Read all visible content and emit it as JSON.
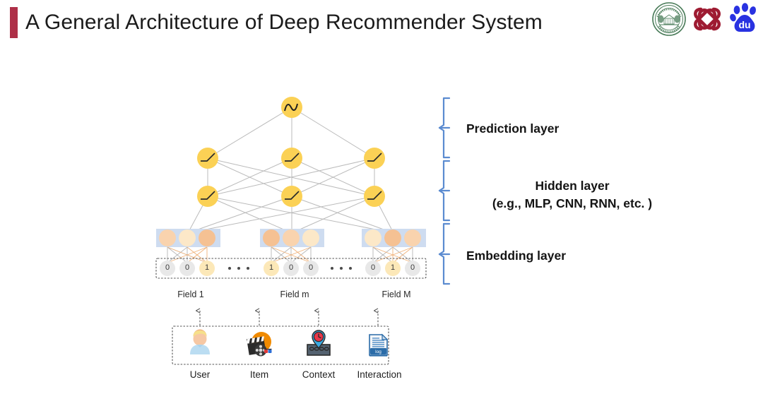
{
  "slide": {
    "title": "A General Architecture of Deep Recommender System",
    "accent_color": "#AE3048",
    "background_color": "#FFFFFF"
  },
  "logos": [
    {
      "name": "michigan-state-university-seal",
      "label": "Michigan State University",
      "color": "#4A7C59"
    },
    {
      "name": "knot-logo",
      "label": "Knot Logo",
      "color": "#9E1B32"
    },
    {
      "name": "baidu-logo",
      "label": "Baidu",
      "text": "du",
      "color": "#2932E1"
    }
  ],
  "diagram": {
    "name": "deep-recommender-architecture",
    "colors": {
      "node_yellow": "#FBD155",
      "node_yellow_light": "#FCD864",
      "embedding_box": "#CEDCF0",
      "embedding_circle": "#F7C99A",
      "embedding_circle_light": "#FBE3BC",
      "onehot_zero": "#E8E8E8",
      "onehot_one": "#FCE8B8",
      "connection": "#BBBBBB",
      "embedding_connection": "#F0B27A",
      "brace": "#5B8BD0",
      "dashed": "#555555"
    },
    "prediction_layer": {
      "activation": "sigmoid",
      "nodes": 1
    },
    "hidden_layers": [
      {
        "activation": "relu",
        "nodes": 3
      },
      {
        "activation": "relu",
        "nodes": 3
      }
    ],
    "embedding_layer": {
      "blocks": 3,
      "units_per_block": 3
    },
    "input_layer": {
      "fields": [
        {
          "label": "Field 1",
          "onehot": [
            "0",
            "0",
            "1"
          ]
        },
        {
          "label": "Field m",
          "onehot": [
            "1",
            "0",
            "0"
          ]
        },
        {
          "label": "Field M",
          "onehot": [
            "0",
            "1",
            "0"
          ]
        }
      ],
      "ellipses": 2
    },
    "sources": [
      {
        "label": "User",
        "icon": "user-icon"
      },
      {
        "label": "Item",
        "icon": "movie-clapperboard-icon"
      },
      {
        "label": "Context",
        "icon": "location-clock-icon"
      },
      {
        "label": "Interaction",
        "icon": "log-document-icon"
      }
    ],
    "braces": [
      {
        "name": "prediction-layer-brace",
        "label": "Prediction layer",
        "lines": [
          "Prediction layer"
        ]
      },
      {
        "name": "hidden-layer-brace",
        "label": "Hidden layer (e.g., MLP, CNN, RNN, etc. )",
        "lines": [
          "Hidden layer",
          "(e.g., MLP, CNN, RNN, etc. )"
        ]
      },
      {
        "name": "embedding-layer-brace",
        "label": "Embedding layer",
        "lines": [
          "Embedding layer"
        ]
      }
    ]
  }
}
